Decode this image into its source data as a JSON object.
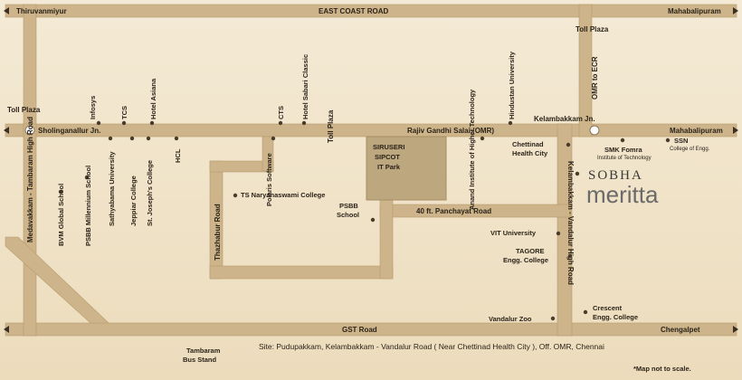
{
  "roads": {
    "ecr": "EAST COAST ROAD",
    "thiruvanmiyur": "Thiruvanmiyur",
    "mahabalipuram_top": "Mahabalipuram",
    "omr": "Rajiv Gandhi Salai (OMR)",
    "sholinganallur": "Sholinganallur Jn.",
    "kelambakkam": "Kelambakkam Jn.",
    "mahabalipuram_mid": "Mahabalipuram",
    "gst": "GST Road",
    "chengalpet": "Chengalpet",
    "panchayat": "40 ft. Panchayat Road",
    "omr_to_ecr": "OMR to ECR",
    "medavakkam": "Medavakkam - Tambaram High Road",
    "thazhabur": "Thazhabur Road",
    "kv_high": "Kelambakkam - Vandalur High Road",
    "toll_plaza_left": "Toll Plaza",
    "toll_plaza_top": "Toll Plaza",
    "toll_plaza_mid": "Toll Plaza"
  },
  "landmarks": {
    "infosys": "Infosys",
    "tcs": "TCS",
    "hotel_asiana": "Hotel Asiana",
    "cts": "CTS",
    "hotel_sabari": "Hotel Sabari Classic",
    "hindustan": "Hindustan University",
    "sathyabama": "Sathyabama University",
    "jeppiar": "Jeppiar College",
    "st_josephs": "St. Joseph's College",
    "hcl": "HCL",
    "polaris": "Polaris Software",
    "psbb_millennium": "PSBB Millennium School",
    "bvm": "BVM Global School",
    "ts_naryanaswami": "TS Naryanaswami College",
    "siruseri": [
      "SIRUSERI",
      "SIPCOT",
      "IT Park"
    ],
    "psbb_school": [
      "PSBB",
      "School"
    ],
    "anand": "Anand Institute of Higher Technology",
    "chettinad": [
      "Chettinad",
      "Health City"
    ],
    "smk": "SMK Fomra",
    "smk_sub": "Institute of Technology",
    "ssn": "SSN",
    "ssn_sub": "College of Engg.",
    "vit": "VIT University",
    "tagore": [
      "TAGORE",
      "Engg. College"
    ],
    "vandalur_zoo": "Vandalur Zoo",
    "crescent": [
      "Crescent",
      "Engg. College"
    ],
    "tambaram": [
      "Tambaram",
      "Bus Stand"
    ]
  },
  "logo": {
    "brand": "SOBHA",
    "project": "meritta"
  },
  "footer": {
    "site": "Site: Pudupakkam, Kelambakkam - Vandalur Road ( Near Chettinad Health City ), Off. OMR, Chennai",
    "note": "*Map not to scale."
  }
}
